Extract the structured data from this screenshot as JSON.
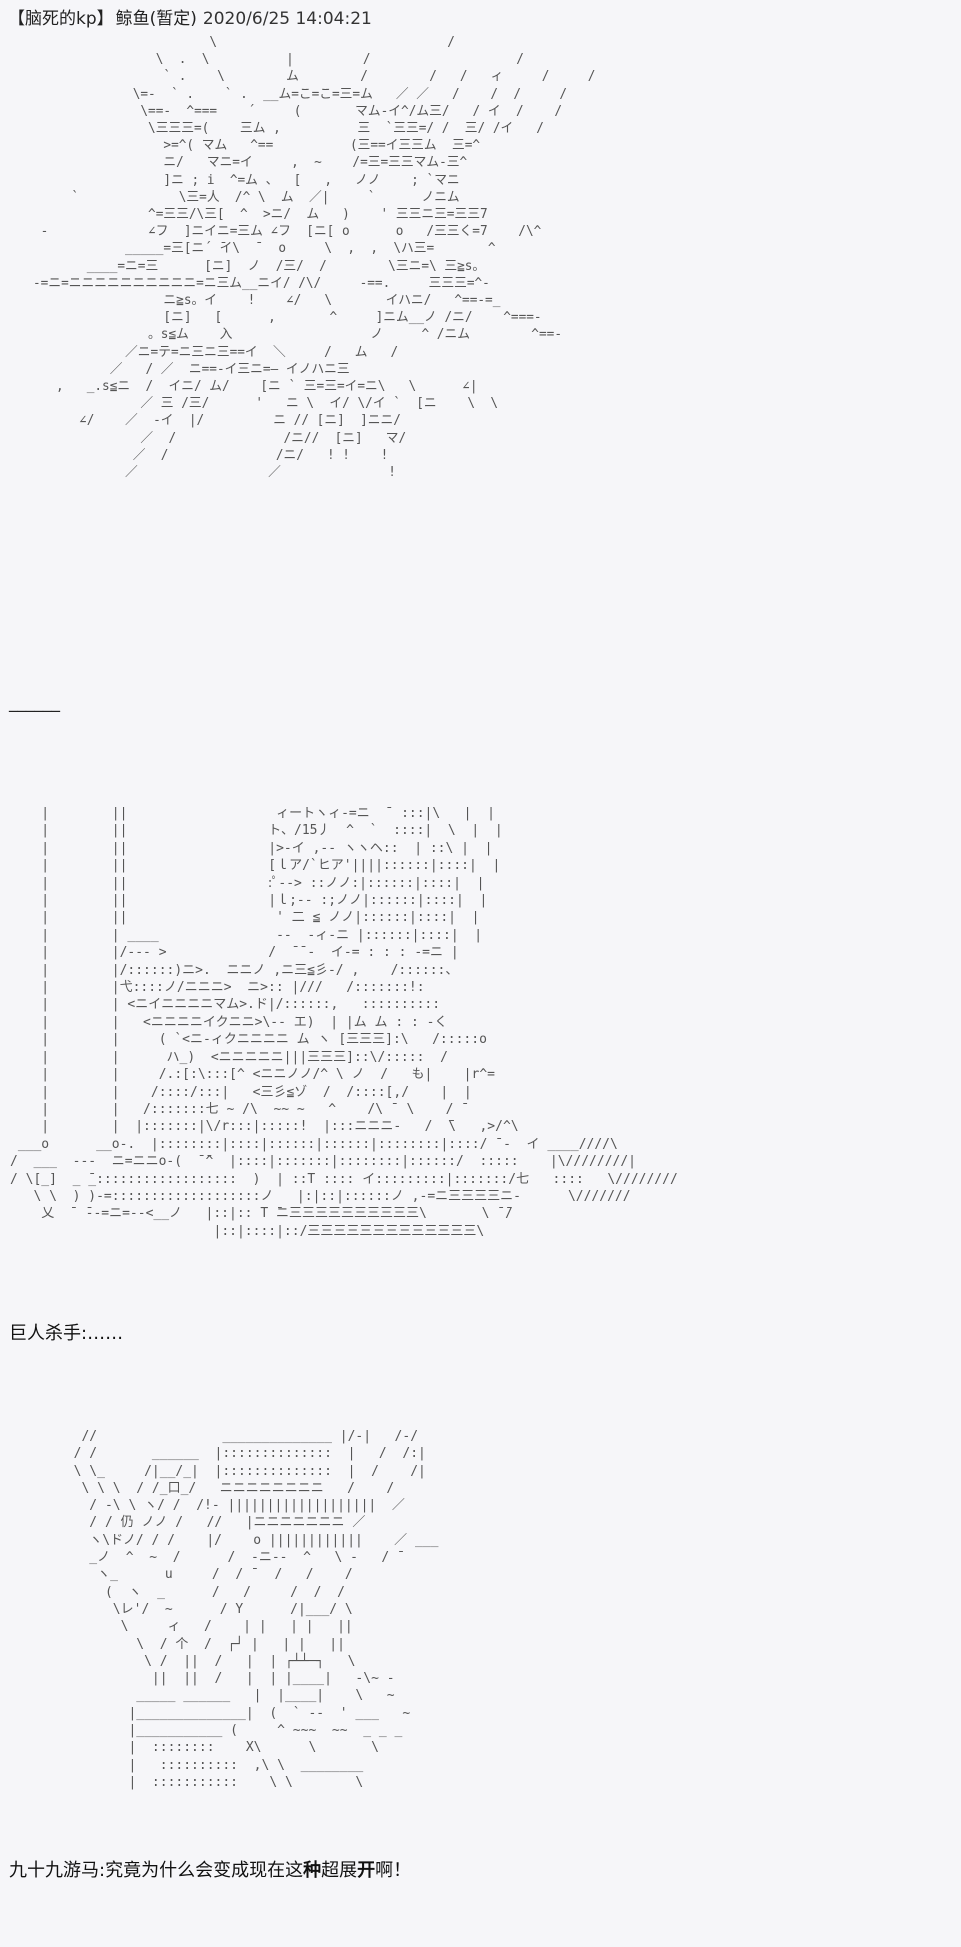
{
  "header": {
    "title": "【脑死的kp】",
    "author": "鲸鱼(暂定)",
    "timestamp": "2020/6/25 14:04:21"
  },
  "separator": "______",
  "dialogue": {
    "line1": "巨人杀手:……",
    "line2_prefix": "九十九游马:究竟为什么会变成现在这",
    "line2_bold1": "种",
    "line2_mid": "超展",
    "line2_bold2": "开",
    "line2_suffix": "啊！"
  },
  "art": {
    "explosion": "                          \\                              /\n                   \\  .  \\          |         /                   /\n                    ` .    \\        ム        /        /   /   ィ     /     /\n                \\=-  ` .    ` .  __ム=こ=こ=三=ム   ／ ／   /    /  /     /\n                 \\==-  ^===    ´     (       マム-イ^/ム三/   / イ  /    /\n                  \\三三三=(    三ム ,          三  `三三=/ /  三/ /イ   /\n                    >=^( マム   ^==          (三==イ三三ム  三=^\n                    ニ/   マニ=イ     ,  ~    /=三=三三マム-三^\n                    ]ニ ; i  ^=ム 、  [   ,   ノノ    ; `マニ\n        `             \\三=人  /^ \\  ム  ／|     `      ノニム\n                  ^=三三/\\三[  ^  >ニ/  ム   )    ' 三三ニ三=三三7\n    -             ∠フ  ]ニイニ=三ム ∠フ  [ニ[ o      o   /三三く=7    /\\^\n               _____=三[ニ´ ̄イ\\  ̄   o     \\  ,  ,  \\ハ三=       ^\n          ____=ニ=三      [ニ]  ノ  /三/  /        \\三ニ=\\ 三≧s。\n   -=ニ=ニニニニニニニニニニ=ニ三ム__ニイ/ /\\/     -==.     三三三=^-\n                    ニ≧s。イ    !    ∠/   \\       イハニ/   ^==-=_\n                    [ニ]   [      ,       ^     ]ニム__ノ /ニ/    ^===-\n                  。s≦ム    入                  ノ     ^ /ニム        ^==-\n               ／ニ=テ=ニ三ニ三==イ  ＼     /   ム   /\n             ／   / ／  ニ==-イ三ニ=― イノハニ三\n      ,   _.s≦ニ  /  イニ/ ム/    [ニ ` 三=三=イ=ニ\\   \\      ∠|\n                 ／ 三 /三/      '   ニ \\  イ/ \\/イ `  [ニ    \\  \\\n         ∠/    ／  -イ  |/         ニ // [ニ]  ]ニニ/\n                 ／  /              /ニ//  [ニ]   マ/\n                ／  /              /ニ/   ! !    !\n               ／                 ／              !",
    "illustration": "    |        ||                   ィートヽィ-=ニ  ̄  :::|\\   |  |\n    |        ||                  ト、/15丿  ^  `  ::::|  \\  |  |\n    |        ||                  |>-イ ,-- ヽヽヘ::  | ::\\ |  |\n    |        ||                  [ｌア/`ヒア'||||::::::|::::|  |\n    |        ||                  :ﾟ--> ::ノノ:|::::::|::::|  |\n    |        ||                  |ｌ;-- :;ノノ|::::::|::::|  |\n    |        ||                   ' 二 ≦ ノノ|::::::|::::|  |\n    |        | ____               --  -ィ-ニ |::::::|::::|  |\n    |        |/--- >             /  ̄ ̄ -  イ-= : : : -=ニ |\n    |        |/::::::)ニ>.  ニニノ ,ニ三≦彡-/ ,    /::::::、\n    |        |弋::::ノ/ニニニ>  ニ>:: |///   /:::::::!:\n    |        | <ニイニニニニマム>.ド|/::::::,   ::::::::::\n    |        |   <ニニニニイクニニ>\\-- エ)  | |ム ム : : -く\n    |        |     ( `<ニ-ィクニニニニ ム ヽ [三三三]:\\   /:::::o\n    |        |      ハ_)  <ニニニニニ|||三三三]::\\/:::::  /\n    |        |     /.:[:\\:::[^ <ニニノノ/^ \\ ノ  /   も|    |r^=\n    |        |    /::::/:::|   <三彡≦ゾ  /  /::::[,/    |  |\n    |        |   /:::::::七 ~ /\\  ~~ ~   ^    /\\ ̄  \\    / ̄\n    |        |  |:::::::|\\/r:::|:::::!  |:::ニニニ-   /  ̄\\   ,>/^\\\n ___o      __o-.  |::::::::|::::|::::::|::::::|::::::::|::::/ ̄ -  イ ____////\\\n/  ___  ---  ニ=ニニo-(  ̄ ̄^  |::::|:::::::|::::::::|::::::/  :::::    |\\////////|\n/ \\[_]  _ ̄_::::::::::::::::::  )  | ::T :::: イ:::::::::|:::::::/七   ::::   \\////////\n   \\ \\  ) )-=:::::::::::::::::::ノ   |:|::|::::::ノ ,-=ニ三三三三ニ-      \\///////\n    乂  ̄  ̄--=ニ=--<__ノ   |::|:: T ̄ニ三三三三三三三三三三\\       \\ ̄ ̄/\n                          |::|::::|::/三三三三三三三三三三三三三\\",
    "scene": "   //                ______________ |/-|   /-/\n  / /       ______  |::::::::::::::  |   /  /:|\n  \\ \\_     /|__/_|  |::::::::::::::  |  /    /|\n   \\ \\ \\  / /_口_/   ニニニニニニニニ   /    /\n    / -\\ \\ ヽ/ /  /!- |||||||||||||||||||  ／\n    / / 仍 ノノ /   //   |ニニニニニニニ ／\n    ヽ\\ドノ/ / /    |/    o ||||||||||||    ／ ___\n    _ノ  ^  ~  /      /  -ニ--  ^   \\ -   / ̄\n     ヽ_      u     /  / ̄   /   /    /\n      (  ヽ  _      /   /     /  /  /\n       \\レ'/  ~      / Y      /|___/ \\\n        \\     ィ   /    | |   | |   ||\n          \\  / 个  /  ┌┘ |   | |   ||\n           \\ /  ||  /   |  | ┌┴┴─┐   \\\n            ||  ||  /   |  | |____|   -\\~ -\n          _____ ______   |  |____|    \\   ~\n         |______________|  (  ` --  ' ___   ~\n         |___________ (     ^ ~~~  ~~  _ _ _\n         |  ::::::::    X\\      \\       \\\n         |   ::::::::::  ,\\ \\  ________\n         |  :::::::::::    \\ \\        \\"
  }
}
